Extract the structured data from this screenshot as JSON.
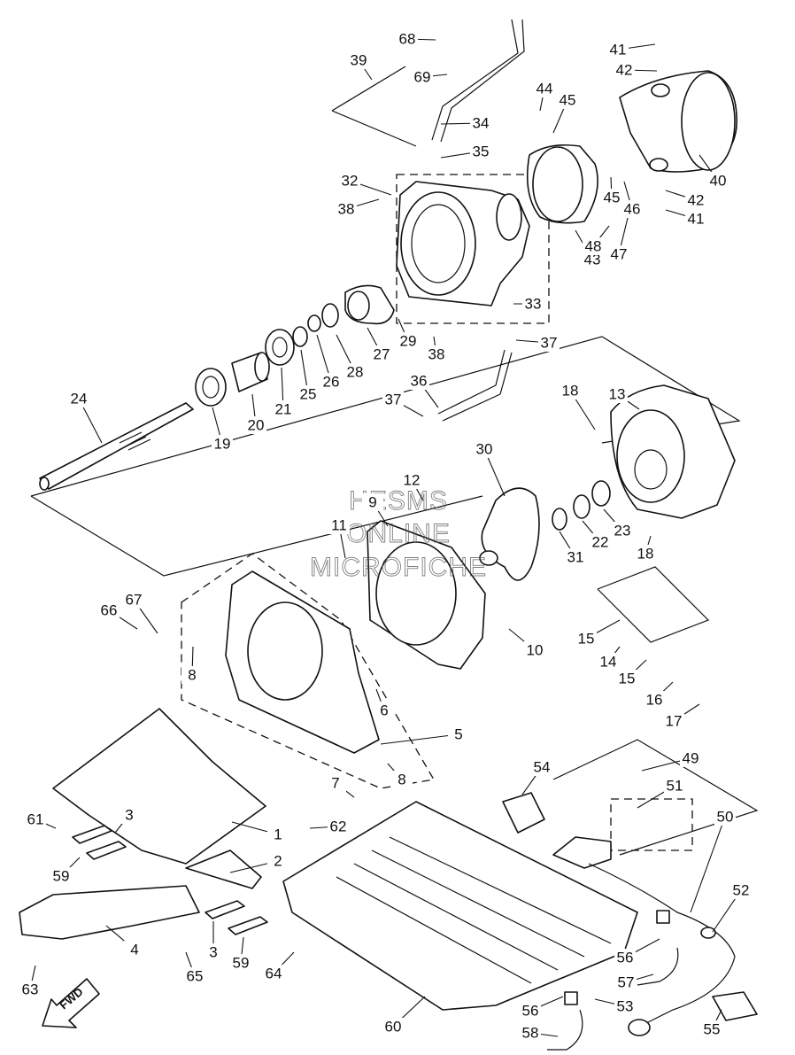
{
  "watermark": {
    "line1": "HESMS",
    "line2": "ONLINE",
    "line3": "MICROFICHE"
  },
  "fwd_label": "FWD",
  "callouts": [
    {
      "n": "1"
    },
    {
      "n": "2"
    },
    {
      "n": "3"
    },
    {
      "n": "3"
    },
    {
      "n": "4"
    },
    {
      "n": "5"
    },
    {
      "n": "6"
    },
    {
      "n": "7"
    },
    {
      "n": "8"
    },
    {
      "n": "8"
    },
    {
      "n": "9"
    },
    {
      "n": "10"
    },
    {
      "n": "11"
    },
    {
      "n": "12"
    },
    {
      "n": "13"
    },
    {
      "n": "14"
    },
    {
      "n": "15"
    },
    {
      "n": "15"
    },
    {
      "n": "16"
    },
    {
      "n": "17"
    },
    {
      "n": "18"
    },
    {
      "n": "18"
    },
    {
      "n": "19"
    },
    {
      "n": "20"
    },
    {
      "n": "21"
    },
    {
      "n": "22"
    },
    {
      "n": "23"
    },
    {
      "n": "24"
    },
    {
      "n": "25"
    },
    {
      "n": "26"
    },
    {
      "n": "27"
    },
    {
      "n": "28"
    },
    {
      "n": "29"
    },
    {
      "n": "30"
    },
    {
      "n": "31"
    },
    {
      "n": "32"
    },
    {
      "n": "33"
    },
    {
      "n": "34"
    },
    {
      "n": "35"
    },
    {
      "n": "36"
    },
    {
      "n": "37"
    },
    {
      "n": "37"
    },
    {
      "n": "38"
    },
    {
      "n": "38"
    },
    {
      "n": "39"
    },
    {
      "n": "40"
    },
    {
      "n": "41"
    },
    {
      "n": "41"
    },
    {
      "n": "42"
    },
    {
      "n": "42"
    },
    {
      "n": "43"
    },
    {
      "n": "44"
    },
    {
      "n": "45"
    },
    {
      "n": "45"
    },
    {
      "n": "46"
    },
    {
      "n": "47"
    },
    {
      "n": "48"
    },
    {
      "n": "49"
    },
    {
      "n": "50"
    },
    {
      "n": "51"
    },
    {
      "n": "52"
    },
    {
      "n": "53"
    },
    {
      "n": "54"
    },
    {
      "n": "55"
    },
    {
      "n": "56"
    },
    {
      "n": "56"
    },
    {
      "n": "57"
    },
    {
      "n": "58"
    },
    {
      "n": "59"
    },
    {
      "n": "59"
    },
    {
      "n": "60"
    },
    {
      "n": "61"
    },
    {
      "n": "62"
    },
    {
      "n": "63"
    },
    {
      "n": "64"
    },
    {
      "n": "65"
    },
    {
      "n": "66"
    },
    {
      "n": "67"
    },
    {
      "n": "68"
    },
    {
      "n": "69"
    }
  ]
}
